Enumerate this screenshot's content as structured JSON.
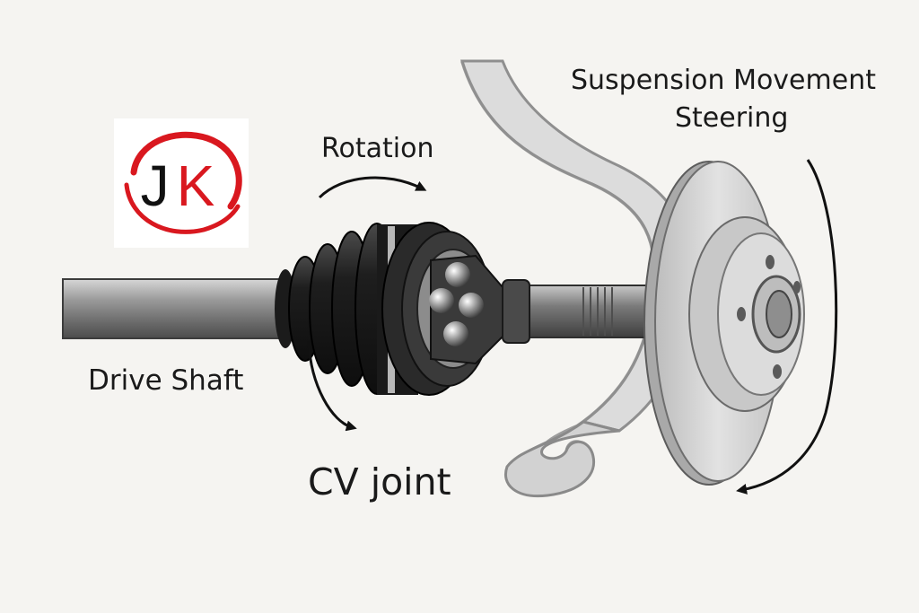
{
  "labels": {
    "rotation": "Rotation",
    "suspension_movement": "Suspension Movement",
    "steering": "Steering",
    "drive_shaft": "Drive Shaft",
    "cv_joint": "CV joint"
  },
  "logo": {
    "letter_1": "J",
    "letter_2": "K",
    "ring_color": "#d9181f",
    "letter_1_color": "#111111",
    "letter_2_color": "#d9181f"
  },
  "colors": {
    "background": "#f5f4f1",
    "boot": "#1c1c1c",
    "shaft": "#8a8a8a",
    "disc": "#d6d6d6",
    "arm": "#dcdcdc"
  }
}
